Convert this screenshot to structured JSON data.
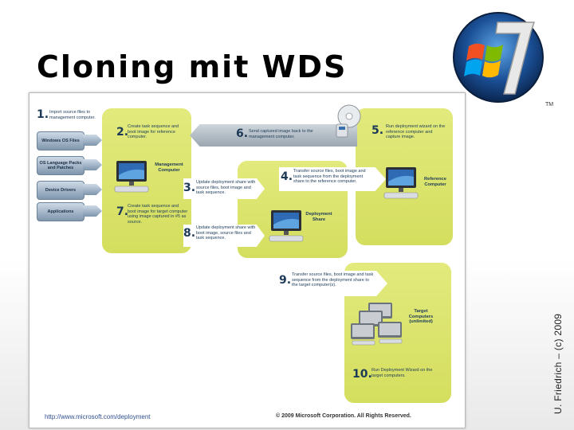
{
  "slide": {
    "title": "Cloning mit WDS",
    "side_credit": "U. Friedrich – (c) 2009",
    "logo_tm": "TM"
  },
  "diagram": {
    "sources": [
      {
        "label": "Windows OS Files"
      },
      {
        "label": "OS Language Packs and Patches"
      },
      {
        "label": "Device Drivers"
      },
      {
        "label": "Applications"
      }
    ],
    "steps": [
      {
        "num": "1.",
        "text": "Import source files to management computer."
      },
      {
        "num": "2.",
        "text": "Create task sequence and boot image for reference computer."
      },
      {
        "num": "3.",
        "text": "Update deployment share with source files, boot image and task sequence."
      },
      {
        "num": "4.",
        "text": "Transfer source files, boot image and task sequence from the deployment share to the reference computer."
      },
      {
        "num": "5.",
        "text": "Run deployment wizard on the reference computer and capture image."
      },
      {
        "num": "6.",
        "text": "Send captured image back to the management computer."
      },
      {
        "num": "7.",
        "text": "Create task sequence and boot image for target computer using image captured in #5 as source."
      },
      {
        "num": "8.",
        "text": "Update deployment share with boot image, source files and task sequence."
      },
      {
        "num": "9.",
        "text": "Transfer source files, boot image and task sequence from the deployment share to the target computer(s)."
      },
      {
        "num": "10.",
        "text": "Run Deployment Wizard on the target computers."
      }
    ],
    "nodes": {
      "management": "Management Computer",
      "deployment_share": "Deployment Share",
      "reference": "Reference Computer",
      "targets": "Target Computers (unlimited)"
    },
    "footer_link": "http://www.microsoft.com/deployment",
    "footer_copyright": "© 2009 Microsoft Corporation. All Rights Reserved."
  },
  "colors": {
    "panel": "#d8e16a",
    "arrow": "#aab4bd",
    "text": "#1c3a58"
  }
}
